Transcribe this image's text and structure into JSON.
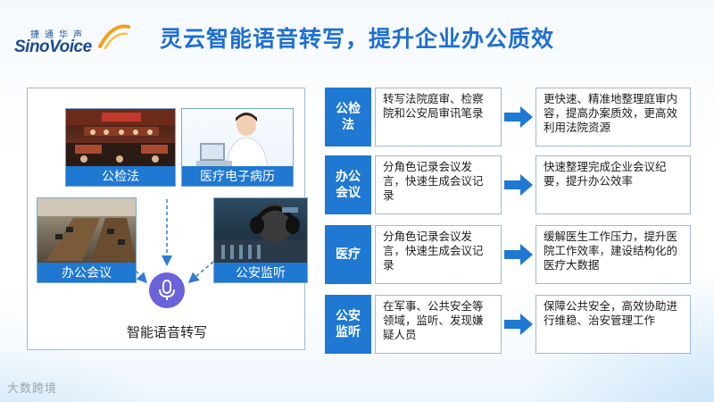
{
  "logo": {
    "chinese": "捷通华声",
    "english": "SinoVoice"
  },
  "title": "灵云智能语音转写，提升企业办公质效",
  "left_panel": {
    "photos": [
      {
        "label": "公检法"
      },
      {
        "label": "医疗电子病历"
      },
      {
        "label": "办公会议"
      },
      {
        "label": "公安监听"
      }
    ],
    "center_caption": "智能语音转写"
  },
  "rows": [
    {
      "label": "公检法",
      "description": "转写法院庭审、检察院和公安局审讯笔录",
      "result": "更快速、精准地整理庭审内容，提高办案质效，更高效利用法院资源"
    },
    {
      "label": "办公会议",
      "description": "分角色记录会议发言，快速生成会议记录",
      "result": "快速整理完成企业会议纪要，提升办公效率"
    },
    {
      "label": "医疗",
      "description": "分角色记录会议发言，快速生成会议记录",
      "result": "缓解医生工作压力，提升医院工作效率，建设结构化的医疗大数据"
    },
    {
      "label": "公安监听",
      "description": "在军事、公共安全等领域，监听、发现嫌疑人员",
      "result": "保障公共安全，高效协助进行维稳、治安管理工作"
    }
  ],
  "watermark": "大数跨境",
  "colors": {
    "accent": "#1f78d1",
    "title": "#1f6fd0",
    "mic": "#6a63d9"
  }
}
